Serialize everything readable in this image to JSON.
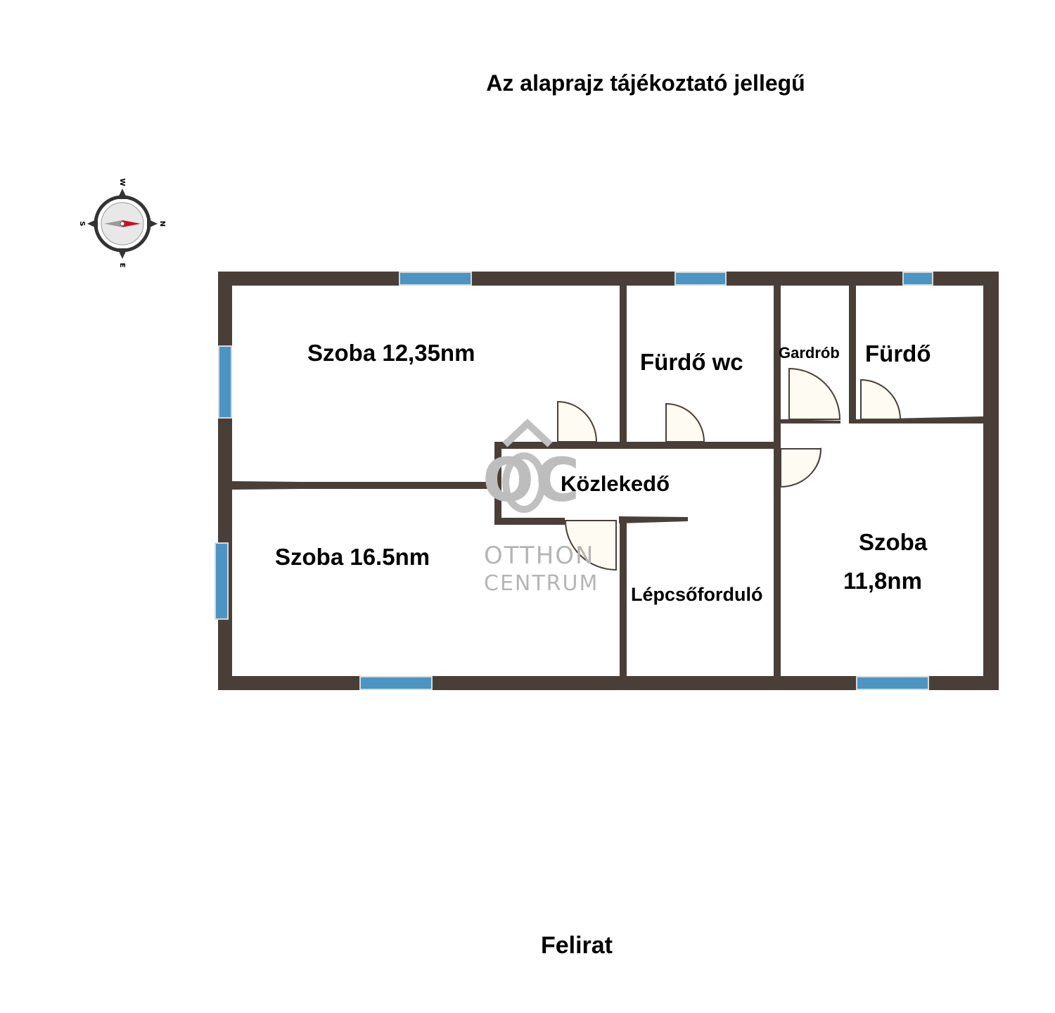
{
  "title": "Az alaprajz tájékoztató jellegű",
  "caption": "Felirat",
  "compass": {
    "icon": "compass-icon",
    "labels": {
      "north": "N",
      "south": "S",
      "east": "E",
      "west": "W"
    },
    "needle_color": "#c8102e"
  },
  "watermark": {
    "logo": "OC",
    "line1": "OTTHON",
    "line2": "CENTRUM"
  },
  "rooms": {
    "szoba_1": "Szoba 12,35nm",
    "furdo_wc": "Fürdő wc",
    "gardrob": "Gardrób",
    "furdo": "Fürdő",
    "kozlekedo": "Közlekedő",
    "szoba_2": "Szoba 16.5nm",
    "lepcsofordulo": "Lépcsőforduló",
    "szoba_3_line1": "Szoba",
    "szoba_3_line2": "11,8nm"
  },
  "colors": {
    "wall": "#4a3f38",
    "window": "#4a95c4",
    "door": "#fdfbf2",
    "text": "#000000"
  }
}
